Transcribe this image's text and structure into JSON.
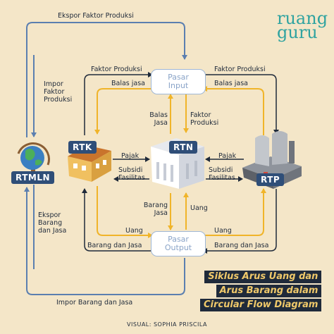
{
  "brand": {
    "line1": "ruang",
    "line2": "guru"
  },
  "nodes": {
    "pasar_input": {
      "line1": "Pasar",
      "line2": "Input"
    },
    "pasar_output": {
      "line1": "Pasar",
      "line2": "Output"
    },
    "rtk": "RTK",
    "rtn": "RTN",
    "rtp": "RTP",
    "rtmln": "RTMLN"
  },
  "labels": {
    "ekspor_faktor_produksi": "Ekspor Faktor Produksi",
    "impor_faktor_produksi": [
      "Impor",
      "Faktor",
      "Produksi"
    ],
    "faktor_produksi_left": "Faktor Produksi",
    "balas_jasa_left": "Balas jasa",
    "faktor_produksi_right": "Faktor Produksi",
    "balas_jasa_right": "Balas jasa",
    "balas_jasa_center": [
      "Balas",
      "Jasa"
    ],
    "faktor_produksi_center": [
      "Faktor",
      "Produksi"
    ],
    "pajak_left": "Pajak",
    "subsidi_left": [
      "Subsidi",
      "Fasilitas"
    ],
    "pajak_right": "Pajak",
    "subsidi_right": [
      "Subsidi",
      "Fasilitas"
    ],
    "barang_jasa_center": [
      "Barang",
      "Jasa"
    ],
    "uang_center": "Uang",
    "uang_left": "Uang",
    "barang_dan_jasa_left": "Barang dan Jasa",
    "uang_right": "Uang",
    "barang_dan_jasa_right": "Barang dan Jasa",
    "ekspor_barang_dan_jasa": [
      "Ekspor",
      "Barang",
      "dan Jasa"
    ],
    "impor_barang_dan_jasa": "Impor Barang dan Jasa"
  },
  "title": [
    "Siklus Arus Uang dan",
    "Arus Barang dalam",
    "Circular Flow Diagram"
  ],
  "credit": "VISUAL: SOPHIA PRISCILA",
  "colors": {
    "background": "#f4e6c8",
    "money_flow": "#f0b429",
    "goods_flow": "#1f2a3a",
    "outer_flow": "#5b7fb0",
    "node_tag": "#2f4e78",
    "brand": "#2fa3a0"
  },
  "icons": [
    "globe-icon",
    "house-icon",
    "government-building-icon",
    "factory-icon"
  ]
}
